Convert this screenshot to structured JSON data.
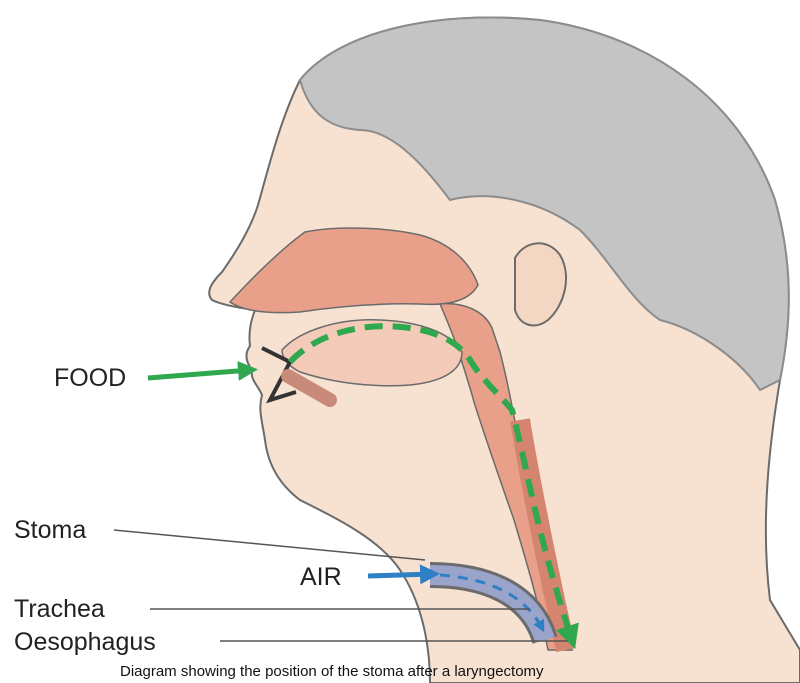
{
  "labels": {
    "food": "FOOD",
    "stoma": "Stoma",
    "air": "AIR",
    "trachea": "Trachea",
    "oesophagus": "Oesophagus"
  },
  "caption": "Diagram showing the position of the stoma after a laryngectomy",
  "colors": {
    "hair": "#c4c4c4",
    "skin": "#f7e2d2",
    "tissue": "#e9a08a",
    "outline": "#6b6b6b",
    "food_arrow": "#2fa84f",
    "air_arrow": "#2f7fc4",
    "trachea": "#9aa3c9"
  }
}
